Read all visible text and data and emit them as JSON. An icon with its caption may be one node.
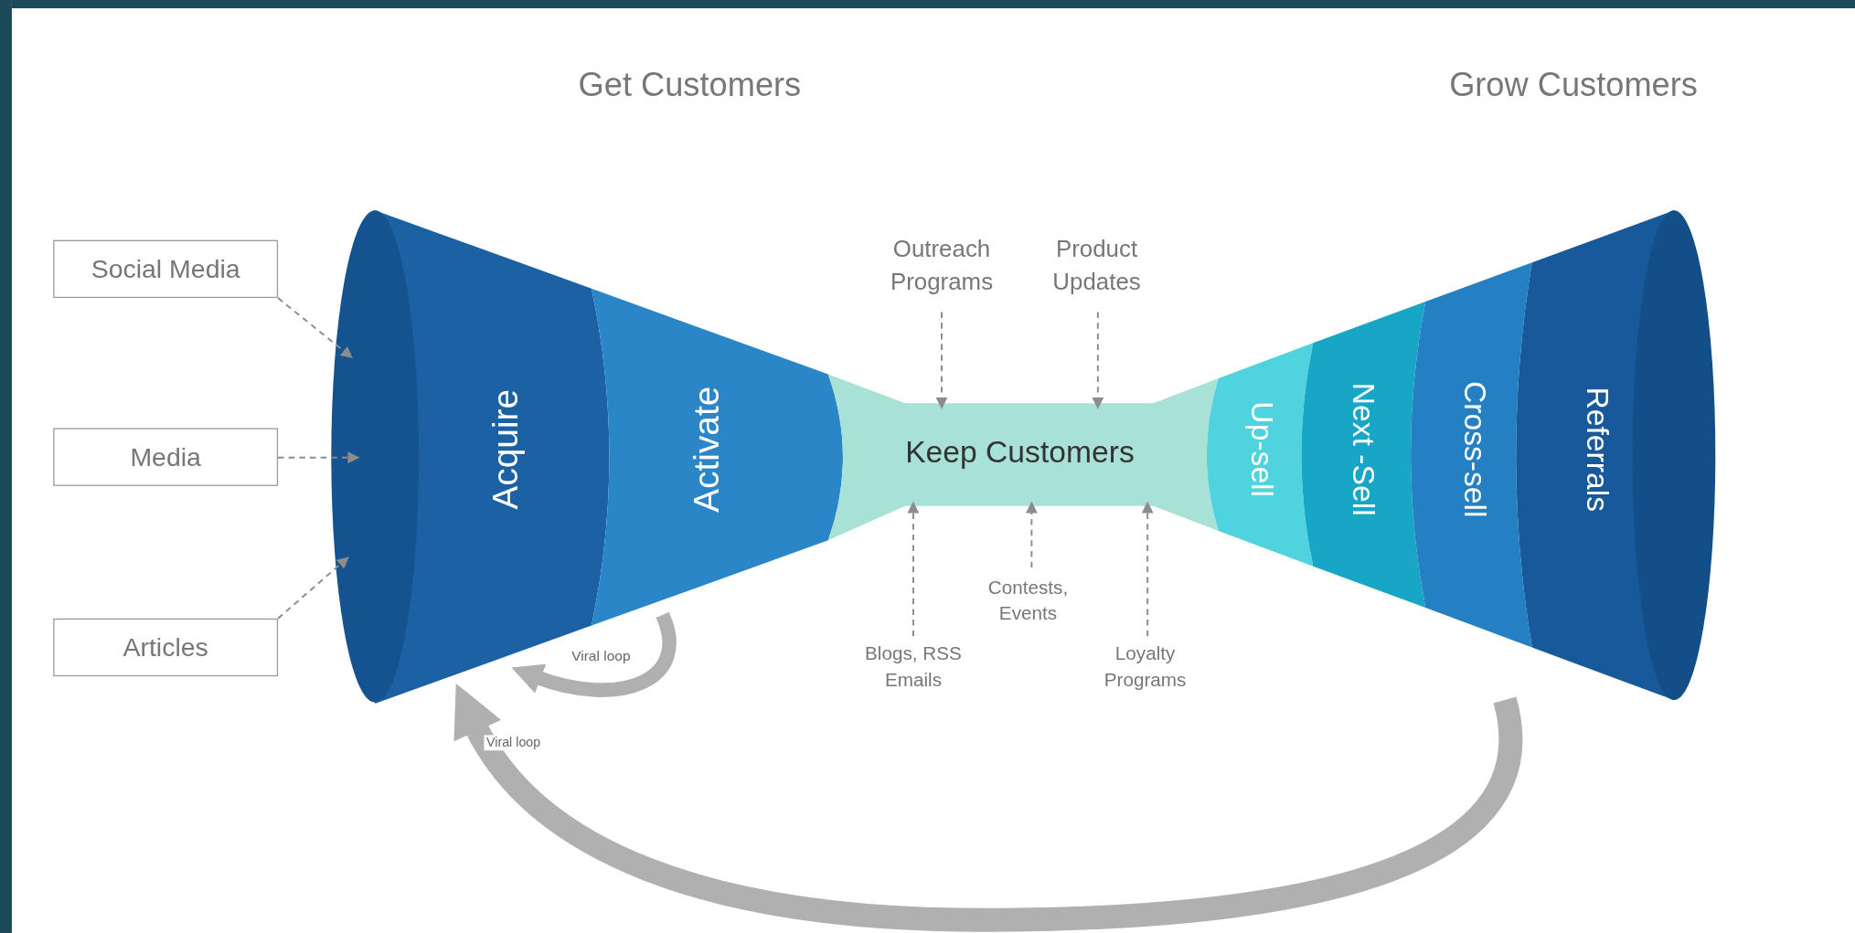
{
  "diagram": {
    "nodes": [
      {
        "text": [
          "Social Media"
        ]
      },
      {
        "text": [
          "Media"
        ]
      },
      {
        "text": [
          "Articles"
        ]
      },
      {
        "text": [
          "Acquire"
        ]
      },
      {
        "text": [
          "Activate"
        ]
      },
      {
        "text": [
          "Keep Customers"
        ]
      },
      {
        "text": [
          "Up-sell"
        ]
      },
      {
        "text": [
          "Next -Sell"
        ]
      },
      {
        "text": [
          "Cross-sell"
        ]
      },
      {
        "text": [
          "Referrals"
        ]
      },
      {
        "text": [
          "Outreach Programs"
        ]
      },
      {
        "text": [
          "Product Updates"
        ]
      },
      {
        "text": [
          "Contests, Events"
        ]
      },
      {
        "text": [
          "Blogs, RSS Emails"
        ]
      },
      {
        "text": [
          "Loyalty Programs"
        ]
      }
    ],
    "edges": [
      {
        "from": 0,
        "to": 3,
        "arrow": "to",
        "style": "dashed"
      },
      {
        "from": 1,
        "to": 3,
        "arrow": "to",
        "style": "dashed"
      },
      {
        "from": 2,
        "to": 3,
        "arrow": "to",
        "style": "dashed"
      },
      {
        "from": 10,
        "to": 5,
        "arrow": "to",
        "style": "dashed"
      },
      {
        "from": 11,
        "to": 5,
        "arrow": "to",
        "style": "dashed"
      },
      {
        "from": 12,
        "to": 5,
        "arrow": "to",
        "style": "dashed"
      },
      {
        "from": 13,
        "to": 5,
        "arrow": "to",
        "style": "dashed"
      },
      {
        "from": 14,
        "to": 5,
        "arrow": "to",
        "style": "dashed"
      },
      {
        "from": 4,
        "to": 3,
        "arrow": "to",
        "label": "Viral loop",
        "style": "thick",
        "color": "#b0b0b0"
      },
      {
        "from": 9,
        "to": 3,
        "arrow": "to",
        "label": "Viral loop",
        "style": "thick",
        "color": "#b0b0b0"
      }
    ],
    "labels": [
      "Get Customers",
      "Grow Customers"
    ]
  }
}
